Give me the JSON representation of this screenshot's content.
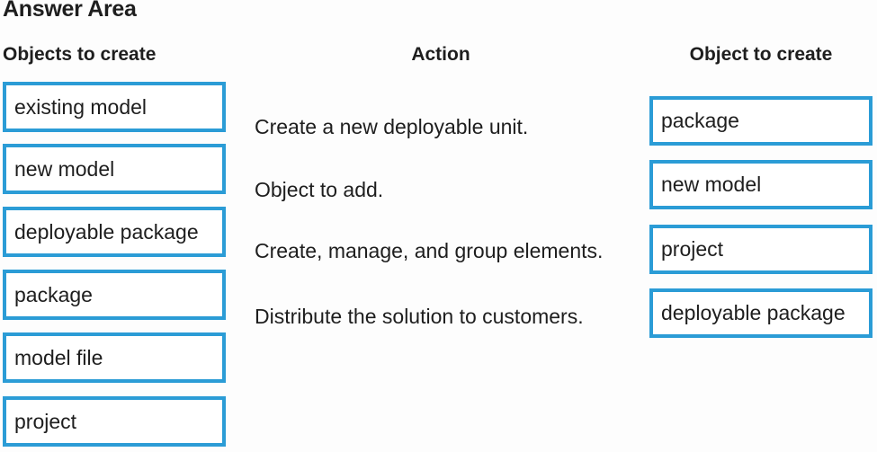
{
  "title": "Answer Area",
  "colors": {
    "box_border": "#2B9CD6",
    "text": "#1E1E1E"
  },
  "left_column": {
    "header": "Objects to create",
    "items": [
      "existing model",
      "new model",
      "deployable package",
      "package",
      "model file",
      "project"
    ]
  },
  "action_column": {
    "header": "Action",
    "items": [
      "Create a new deployable unit.",
      "Object to add.",
      "Create, manage, and group elements.",
      "Distribute the solution to customers."
    ]
  },
  "right_column": {
    "header": "Object to create",
    "items": [
      "package",
      "new model",
      "project",
      "deployable package"
    ]
  }
}
